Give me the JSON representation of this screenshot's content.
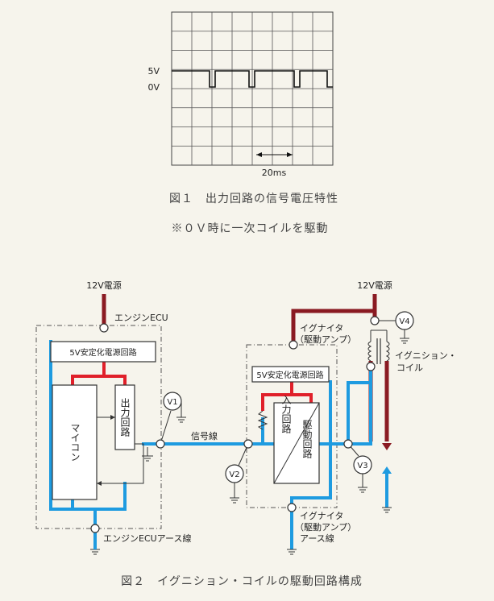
{
  "fig1": {
    "label_5v": "5V",
    "label_0v": "0V",
    "time_div": "20ms",
    "caption": "図１　出力回路の信号電圧特性",
    "note": "※０Ｖ時に一次コイルを駆動"
  },
  "fig2": {
    "caption": "図２　イグニション・コイルの駆動回路構成",
    "power_left": "12V電源",
    "power_right": "12V電源",
    "engine_ecu": "エンジンECU",
    "reg_left": "5V安定化電源回路",
    "reg_right": "5V安定化電源回路",
    "micon": "マイコン",
    "output_circuit": "出力回路",
    "signal_line": "信号線",
    "ecu_ground": "エンジンECUアース線",
    "igniter_top": [
      "イグナイタ",
      "（駆動アンプ）"
    ],
    "igniter_bottom": [
      "イグナイタ",
      "（駆動アンプ）",
      "アース線"
    ],
    "input_circuit": "入力回路",
    "drive_circuit": "駆動回路",
    "ignition_coil": [
      "イグニション・",
      "コイル"
    ],
    "meters": [
      "V1",
      "V2",
      "V3",
      "V4"
    ]
  },
  "colors": {
    "signal_wire": "#1e9be0",
    "regulated_5v": "#e0202a",
    "battery_12v": "#8a1a22"
  }
}
